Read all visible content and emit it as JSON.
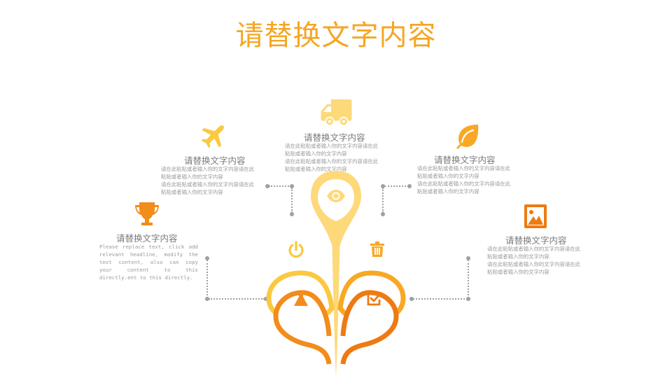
{
  "title": "请替换文字内容",
  "colors": {
    "title": "#F5A623",
    "pale_yellow": "#FDD97A",
    "yellow": "#FBC840",
    "amber": "#F9A825",
    "orange": "#F28C1A",
    "deep_orange": "#EE7A12",
    "connector": "#A0A0A0",
    "heading_text": "#7A7A7A",
    "body_text": "#9A9A9A"
  },
  "blocks": [
    {
      "id": "trophy",
      "icon": "trophy-icon",
      "heading": "请替换文字内容",
      "body_en": "Please replace text, click add relevant headline, modify the text content, also can copy your content to this directly.ent to this directly."
    },
    {
      "id": "plane",
      "icon": "airplane-icon",
      "heading": "请替换文字内容",
      "lines": [
        "请在此粘贴或者输入你的文字内容请在此",
        "粘贴或者输入你的文字内容",
        "请在此粘贴或者输入你的文字内容请在此",
        "粘贴或者输入你的文字内容"
      ]
    },
    {
      "id": "truck",
      "icon": "truck-icon",
      "heading": "请替换文字内容",
      "lines": [
        "请在此粘贴或者输入你的文字内容请在此",
        "粘贴或者输入你的文字内容",
        "请在此粘贴或者输入你的文字内容请在此",
        "粘贴或者输入你的文字内容"
      ]
    },
    {
      "id": "leaf",
      "icon": "leaf-icon",
      "heading": "请替换文字内容",
      "lines": [
        "请在此粘贴或者输入你的文字内容请在此",
        "粘贴或者输入你的文字内容",
        "请在此粘贴或者输入你的文字内容请在此",
        "粘贴或者输入你的文字内容"
      ]
    },
    {
      "id": "image",
      "icon": "image-icon",
      "heading": "请替换文字内容",
      "lines": [
        "请在此粘贴或者输入你的文字内容请在此",
        "粘贴或者输入你的文字内容",
        "请在此粘贴或者输入你的文字内容请在此",
        "粘贴或者输入你的文字内容"
      ]
    }
  ],
  "petals": [
    {
      "position": "top-center",
      "icon": "eye-icon"
    },
    {
      "position": "upper-left",
      "icon": "power-icon"
    },
    {
      "position": "upper-right",
      "icon": "trash-icon"
    },
    {
      "position": "lower-left",
      "icon": "flask-icon"
    },
    {
      "position": "lower-right",
      "icon": "checkbox-icon"
    }
  ]
}
